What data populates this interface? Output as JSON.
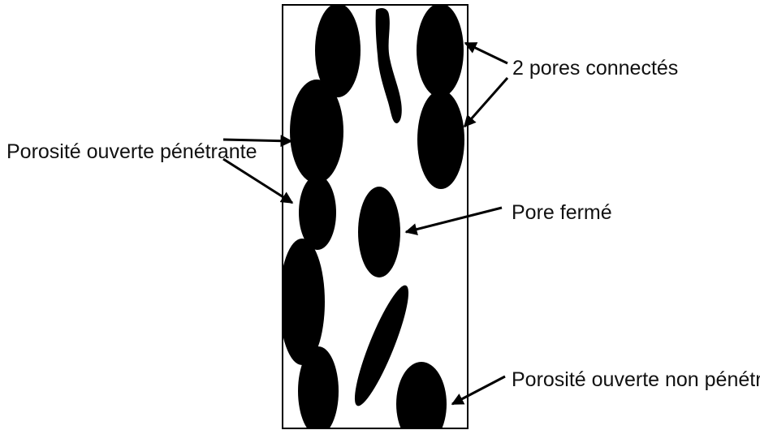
{
  "labels": {
    "connected_pores": "2 pores connectés",
    "open_penetrating": "Porosité ouverte pénétrante",
    "closed_pore": "Pore fermé",
    "open_non_penetrating": "Porosité ouverte non pénétrante"
  },
  "colors": {
    "pore": "#000000",
    "background": "#ffffff",
    "text": "#111111"
  }
}
